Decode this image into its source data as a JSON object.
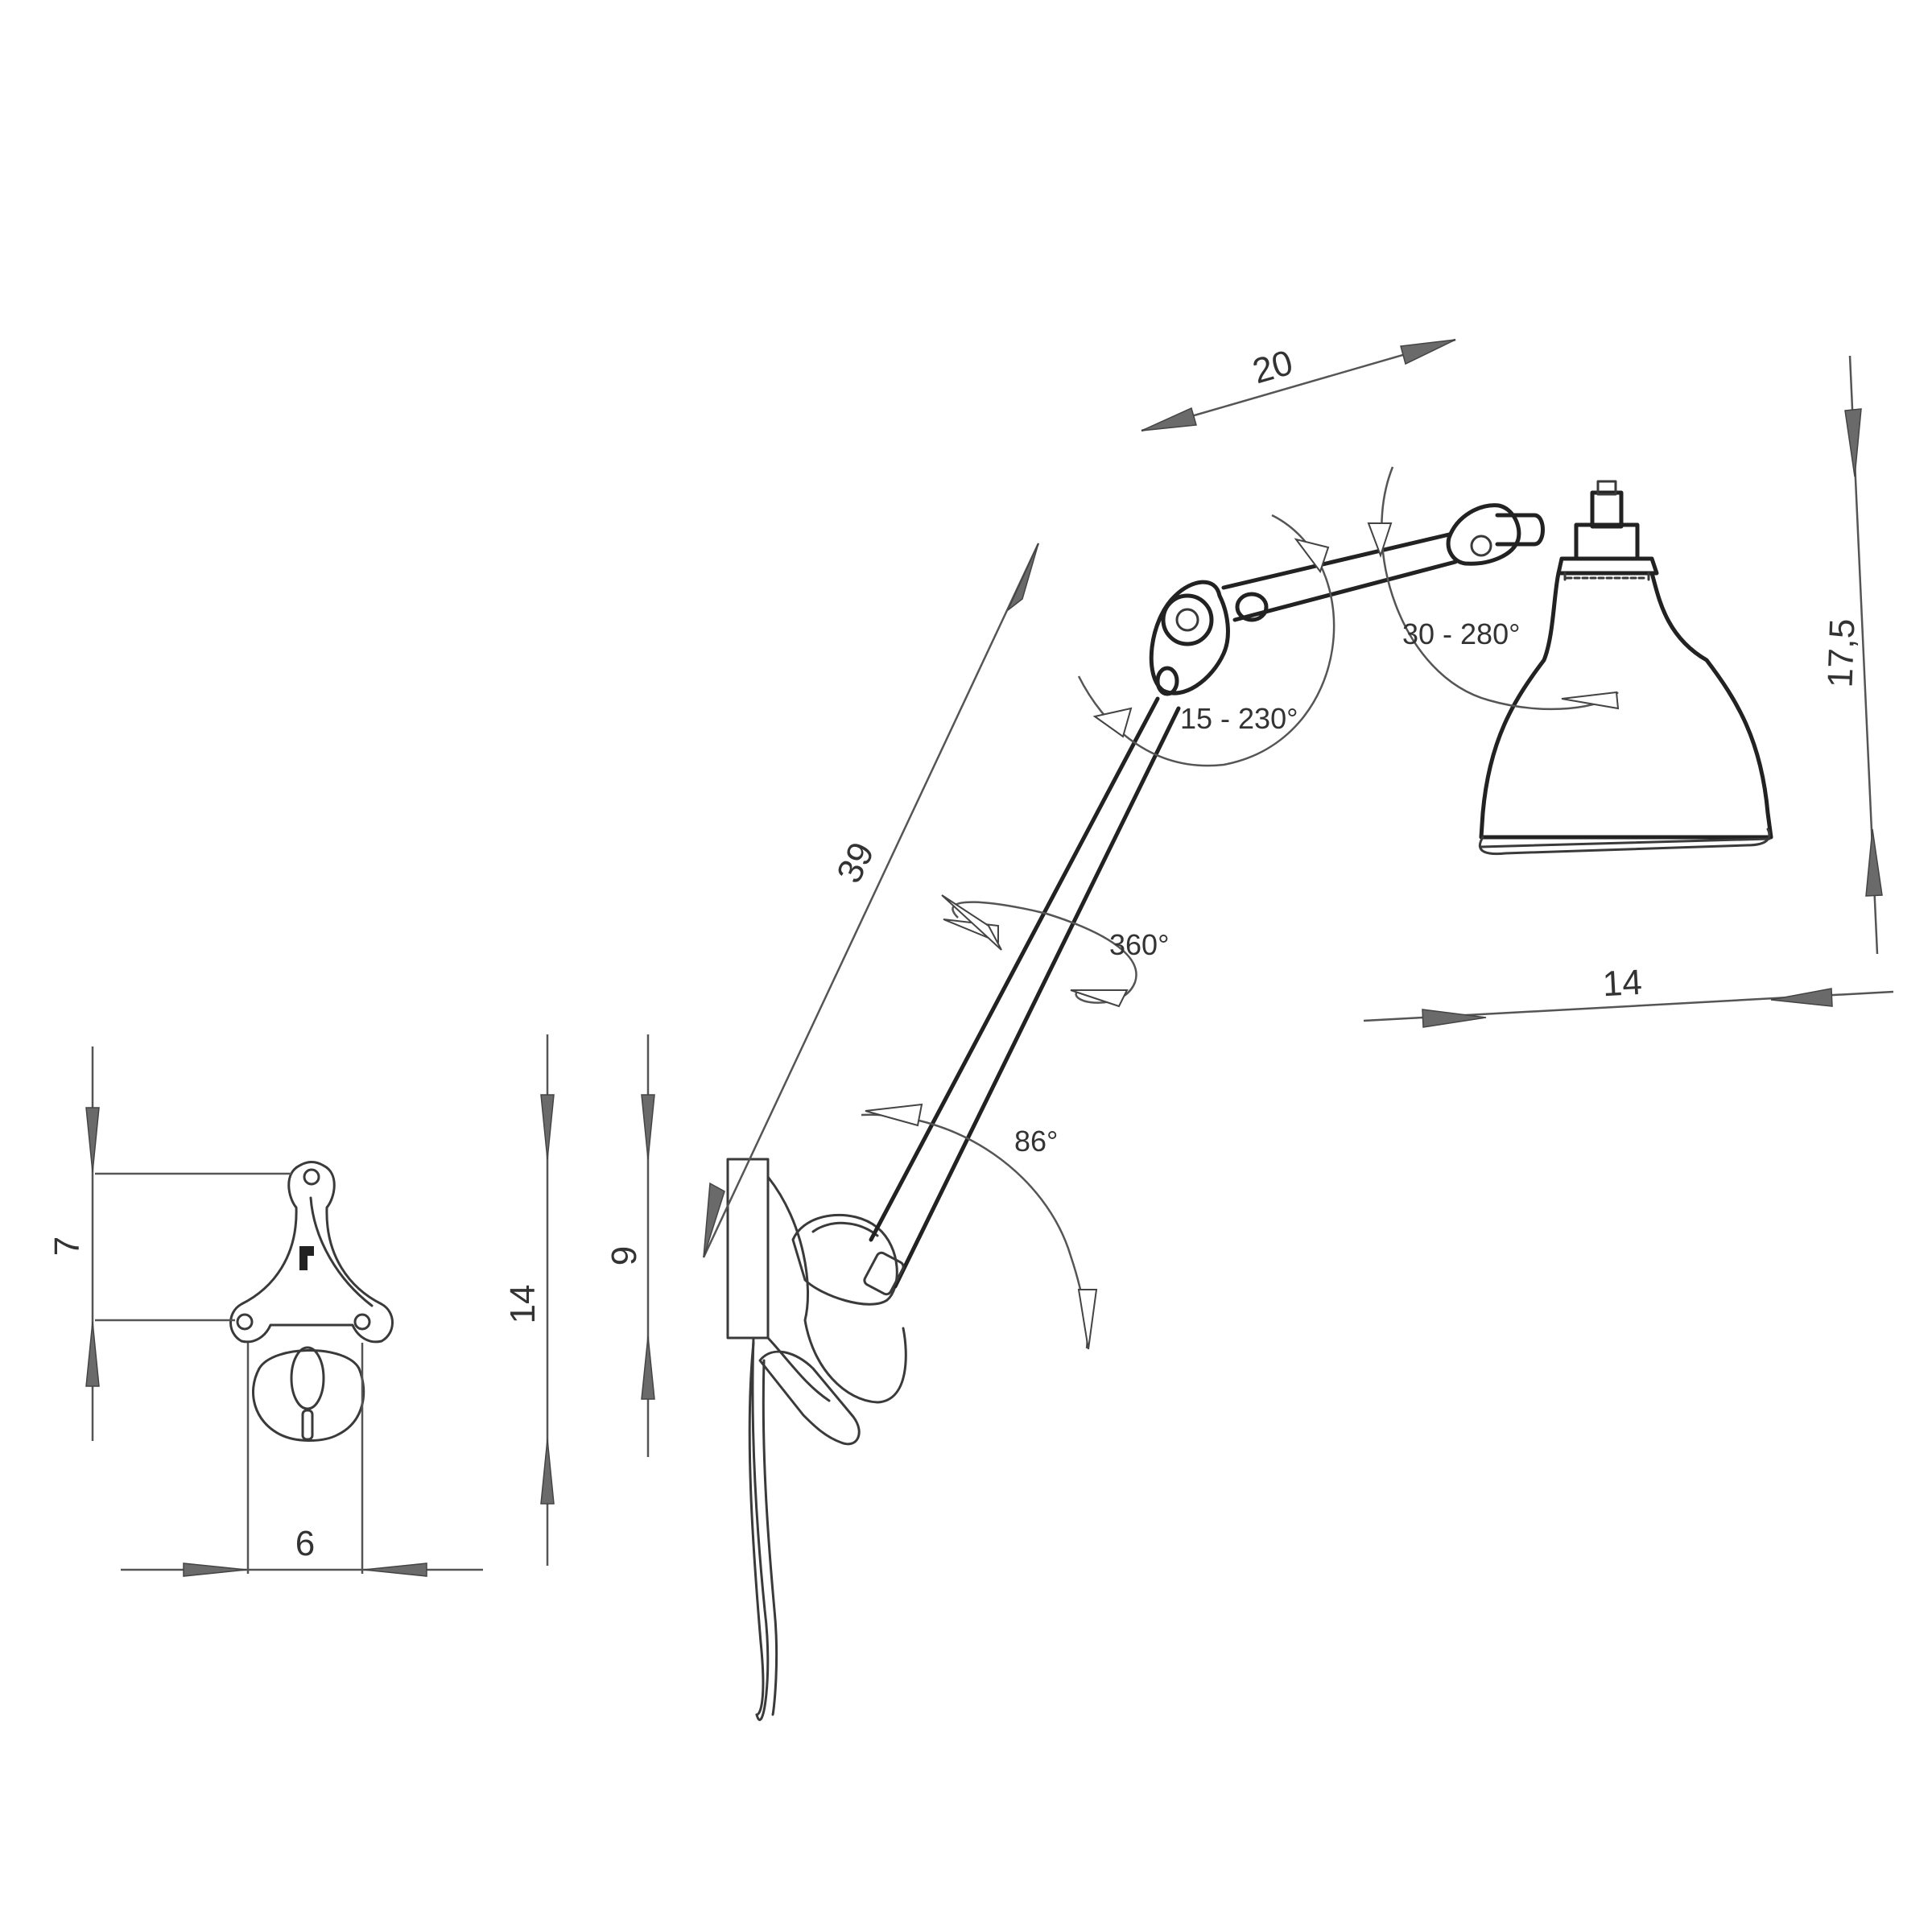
{
  "dimensions": {
    "front_bracket_height": "7",
    "front_base_width": "6",
    "base_height_total": "14",
    "base_plate_height": "9",
    "lower_arm_length": "39",
    "upper_arm_length": "20",
    "shade_height": "17,5",
    "shade_width": "14"
  },
  "angles": {
    "elbow_range": "15 - 230°",
    "head_range": "30 - 280°",
    "arm_rotation": "360°",
    "base_swing": "86°"
  }
}
